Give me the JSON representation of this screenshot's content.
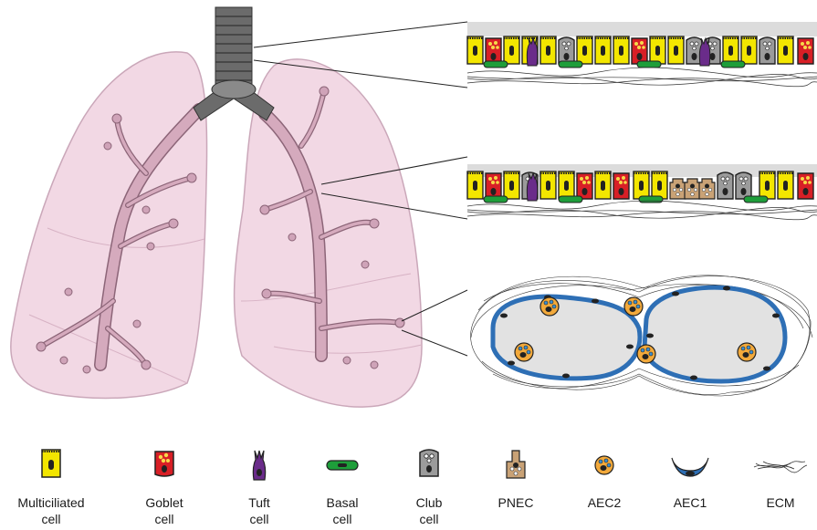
{
  "legend": {
    "items": [
      {
        "key": "multiciliated",
        "line1": "Multiciliated",
        "line2": "cell",
        "color": "#f3e600"
      },
      {
        "key": "goblet",
        "line1": "Goblet",
        "line2": "cell",
        "color": "#d81f26"
      },
      {
        "key": "tuft",
        "line1": "Tuft",
        "line2": "cell",
        "color": "#6a2c8a"
      },
      {
        "key": "basal",
        "line1": "Basal",
        "line2": "cell",
        "color": "#1e9e3a"
      },
      {
        "key": "club",
        "line1": "Club",
        "line2": "cell",
        "color": "#9b9b9b"
      },
      {
        "key": "pnec",
        "line1": "PNEC",
        "line2": "",
        "color": "#c9a276"
      },
      {
        "key": "aec2",
        "line1": "AEC2",
        "line2": "",
        "color": "#f2a93b"
      },
      {
        "key": "aec1",
        "line1": "AEC1",
        "line2": "",
        "color": "#2e6fb5"
      },
      {
        "key": "ecm",
        "line1": "ECM",
        "line2": "",
        "color": "#333333"
      }
    ]
  },
  "colors": {
    "lung_fill": "#f2d6e3",
    "lung_stroke": "#c8a3b6",
    "airway_fill": "#d5aabd",
    "airway_stroke": "#8c6578",
    "trachea": "#5a5a5a",
    "alveolus_fill": "#e2e2e2"
  }
}
